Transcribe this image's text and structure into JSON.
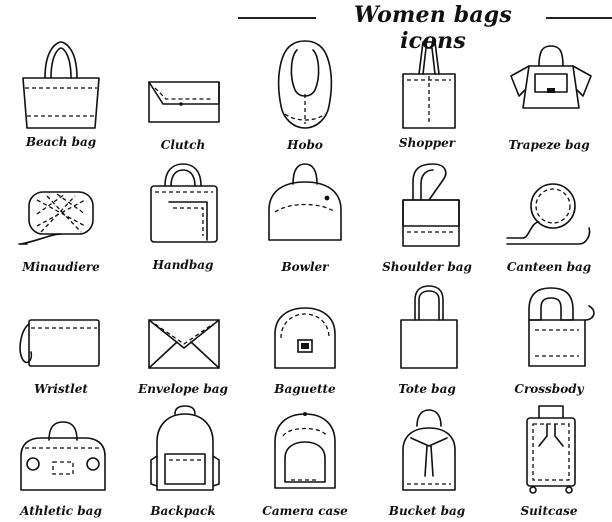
{
  "header": {
    "title": "Women bags icons"
  },
  "icons": [
    {
      "label": "Beach bag",
      "icon": "beach-bag-icon"
    },
    {
      "label": "Clutch",
      "icon": "clutch-icon"
    },
    {
      "label": "Hobo",
      "icon": "hobo-bag-icon"
    },
    {
      "label": "Shopper",
      "icon": "shopper-bag-icon"
    },
    {
      "label": "Trapeze bag",
      "icon": "trapeze-bag-icon"
    },
    {
      "label": "Minaudiere",
      "icon": "minaudiere-icon"
    },
    {
      "label": "Handbag",
      "icon": "handbag-icon"
    },
    {
      "label": "Bowler",
      "icon": "bowler-bag-icon"
    },
    {
      "label": "Shoulder bag",
      "icon": "shoulder-bag-icon"
    },
    {
      "label": "Canteen bag",
      "icon": "canteen-bag-icon"
    },
    {
      "label": "Wristlet",
      "icon": "wristlet-icon"
    },
    {
      "label": "Envelope bag",
      "icon": "envelope-bag-icon"
    },
    {
      "label": "Baguette",
      "icon": "baguette-bag-icon"
    },
    {
      "label": "Tote bag",
      "icon": "tote-bag-icon"
    },
    {
      "label": "Crossbody",
      "icon": "crossbody-bag-icon"
    },
    {
      "label": "Athletic bag",
      "icon": "athletic-bag-icon"
    },
    {
      "label": "Backpack",
      "icon": "backpack-icon"
    },
    {
      "label": "Camera case",
      "icon": "camera-case-icon"
    },
    {
      "label": "Bucket bag",
      "icon": "bucket-bag-icon"
    },
    {
      "label": "Suitcase",
      "icon": "suitcase-icon"
    }
  ]
}
